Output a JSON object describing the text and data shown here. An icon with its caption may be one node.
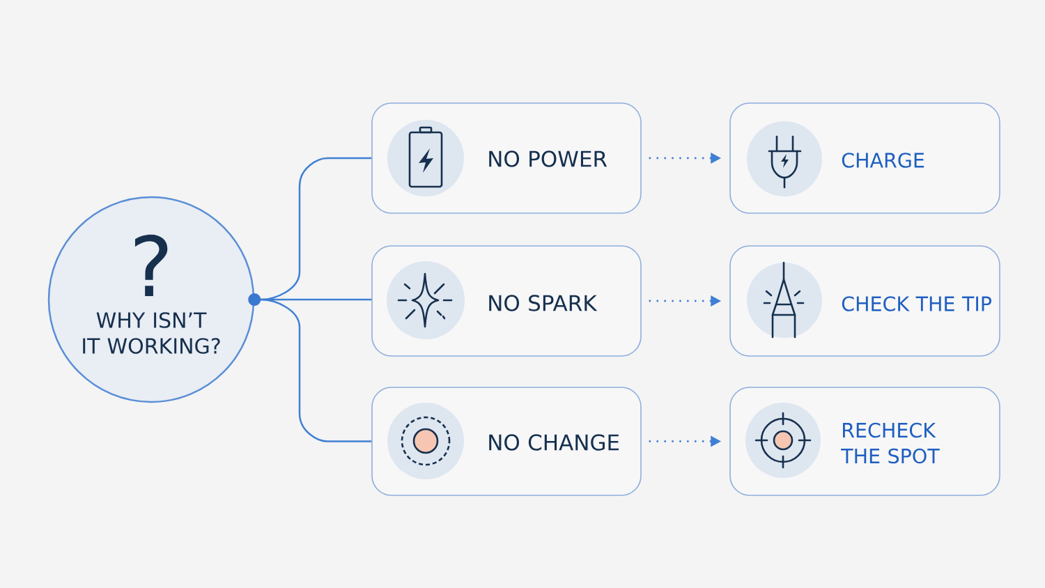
{
  "diagram": {
    "nodes": [
      {
        "text": [
          "?",
          "WHY ISN’T IT WORKING?"
        ]
      },
      {
        "text": [
          "NO POWER"
        ]
      },
      {
        "text": [
          "NO SPARK"
        ]
      },
      {
        "text": [
          "NO CHANGE"
        ]
      },
      {
        "text": [
          "CHARGE"
        ]
      },
      {
        "text": [
          "CHECK THE TIP"
        ]
      },
      {
        "text": [
          "RECHECK THE SPOT"
        ]
      }
    ],
    "edges": [
      {
        "from": 0,
        "to": 1,
        "arrow": "none"
      },
      {
        "from": 0,
        "to": 2,
        "arrow": "none"
      },
      {
        "from": 0,
        "to": 3,
        "arrow": "none"
      },
      {
        "from": 1,
        "to": 4,
        "arrow": "to",
        "style": "dashed"
      },
      {
        "from": 2,
        "to": 5,
        "arrow": "to",
        "style": "dashed"
      },
      {
        "from": 3,
        "to": 6,
        "arrow": "to",
        "style": "dashed"
      }
    ]
  }
}
